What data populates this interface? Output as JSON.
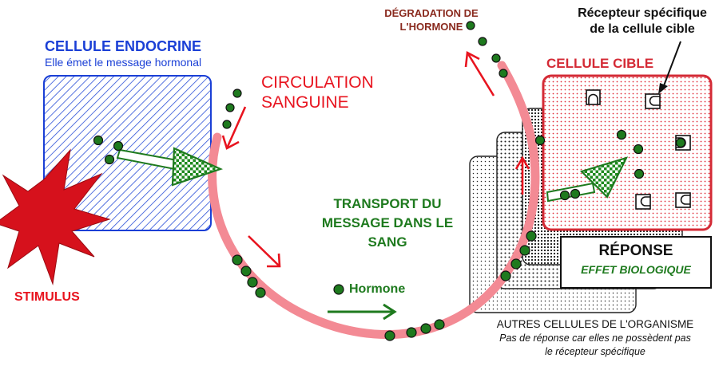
{
  "endocrine_cell": {
    "title": "CELLULE ENDOCRINE",
    "subtitle": "Elle émet le message hormonal"
  },
  "circulation_label": {
    "line1": "CIRCULATION",
    "line2": "SANGUINE"
  },
  "stimulus_label": "STIMULUS",
  "transport_label": {
    "line1": "TRANSPORT DU",
    "line2": "MESSAGE DANS LE",
    "line3": "SANG"
  },
  "hormone_legend": "Hormone",
  "degradation_label": {
    "line1": "DÉGRADATION DE",
    "line2": "L'HORMONE"
  },
  "receptor_label": {
    "line1": "Récepteur spécifique",
    "line2": "de la cellule cible"
  },
  "target_cell": {
    "title": "CELLULE CIBLE"
  },
  "response": {
    "title": "RÉPONSE",
    "subtitle": "EFFET BIOLOGIQUE"
  },
  "other_cells": {
    "title": "AUTRES CELLULES DE L'ORGANISME",
    "note_line1": "Pas de réponse car elles ne possèdent pas",
    "note_line2": "le récepteur spécifique"
  },
  "colors": {
    "endocrine_blue": "#1a3fd6",
    "target_red": "#d42a35",
    "blood_pink": "#f38a94",
    "hormone_green": "#1e7a1e",
    "arrow_red": "#e8141f",
    "stimulus_red": "#d6111c"
  }
}
